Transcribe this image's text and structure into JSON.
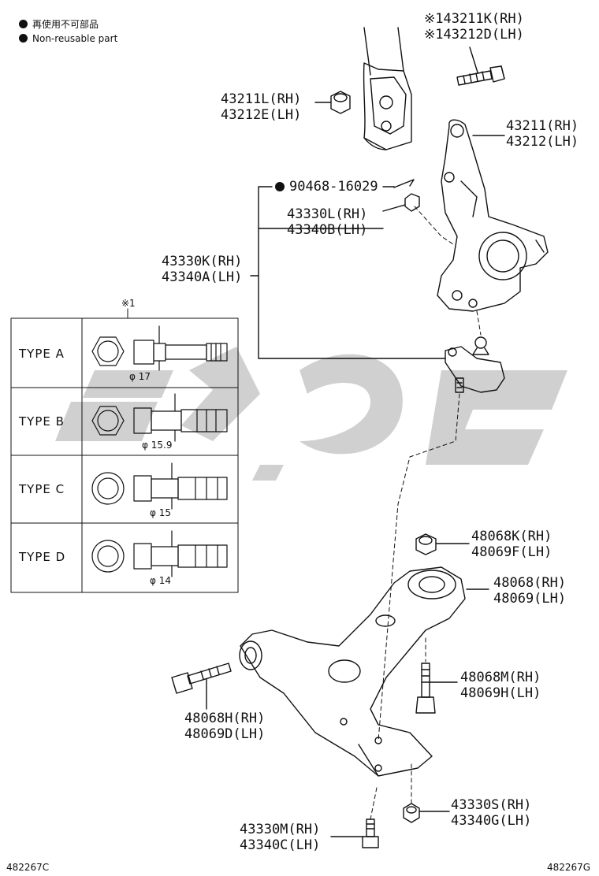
{
  "legend": {
    "japanese": "再使用不可部品",
    "english": "Non-reusable part"
  },
  "callouts": {
    "bolt_top": [
      "※143211K(RH)",
      "※143212D(LH)"
    ],
    "nut_upper": [
      "43211L(RH)",
      "43212E(LH)"
    ],
    "knuckle": [
      "43211(RH)",
      "43212(LH)"
    ],
    "cotter_pin": "90468-16029",
    "nut_castle": [
      "43330L(RH)",
      "43340B(LH)"
    ],
    "ball_joint": [
      "43330K(RH)",
      "43340A(LH)"
    ],
    "nut_48068K": [
      "48068K(RH)",
      "48069F(LH)"
    ],
    "bushing": [
      "48068(RH)",
      "48069(LH)"
    ],
    "bolt_48068M": [
      "48068M(RH)",
      "48069H(LH)"
    ],
    "bolt_48068H": [
      "48068H(RH)",
      "48069D(LH)"
    ],
    "nut_43330S": [
      "43330S(RH)",
      "43340G(LH)"
    ],
    "bolt_43330M": [
      "43330M(RH)",
      "43340C(LH)"
    ]
  },
  "type_table": {
    "note": "※1",
    "rows": [
      {
        "label": "TYPE  A",
        "diameter": "φ 17"
      },
      {
        "label": "TYPE  B",
        "diameter": "φ 15.9"
      },
      {
        "label": "TYPE  C",
        "diameter": "φ 15"
      },
      {
        "label": "TYPE  D",
        "diameter": "φ 14"
      }
    ]
  },
  "footer": {
    "left_code": "482267C",
    "right_code": "482267G"
  }
}
